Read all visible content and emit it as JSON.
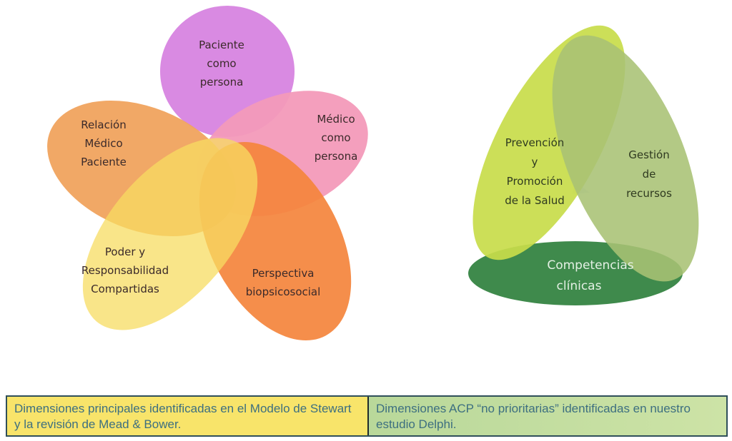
{
  "left_diagram": {
    "petals": [
      {
        "id": "paciente",
        "lines": [
          "Paciente",
          "como",
          "persona"
        ],
        "color": "#d98ae2"
      },
      {
        "id": "medico",
        "lines": [
          "Médico",
          "como",
          "persona"
        ],
        "color": "#f39ab9"
      },
      {
        "id": "relacion",
        "lines": [
          "Relación",
          "Médico",
          "Paciente"
        ],
        "color": "#f0a35e"
      },
      {
        "id": "perspectiva",
        "lines": [
          "Perspectiva",
          "biopsicosocial"
        ],
        "color": "#f4843c"
      },
      {
        "id": "poder",
        "lines": [
          "Poder y",
          "Responsabilidad",
          "Compartidas"
        ],
        "color": "#f7dc62"
      }
    ]
  },
  "right_diagram": {
    "shapes": [
      {
        "id": "competencias",
        "lines": [
          "Competencias",
          "clínicas"
        ],
        "color": "#3f8a4c"
      },
      {
        "id": "prevencion",
        "lines": [
          "Prevención",
          "y",
          "Promoción",
          "de la Salud"
        ],
        "color": "#c8dc4a"
      },
      {
        "id": "gestion",
        "lines": [
          "Gestión",
          "de",
          "recursos"
        ],
        "color": "#a8c174"
      }
    ]
  },
  "legend": {
    "left": "Dimensiones principales identificadas en el Modelo de Stewart y la revisión de Mead & Bower.",
    "right": "Dimensiones ACP “no prioritarias” identificadas en nuestro estudio Delphi."
  }
}
